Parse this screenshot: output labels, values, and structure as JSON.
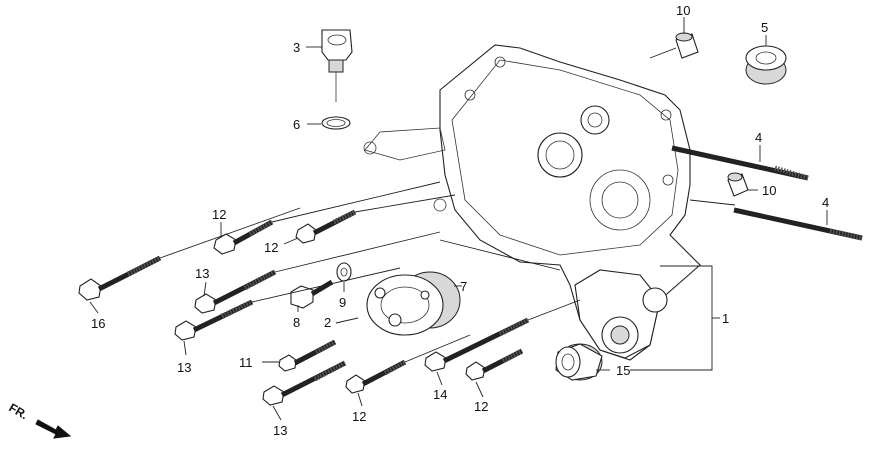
{
  "callouts": {
    "c1": "1",
    "c2": "2",
    "c3": "3",
    "c4a": "4",
    "c4b": "4",
    "c5": "5",
    "c6": "6",
    "c7": "7",
    "c8": "8",
    "c9": "9",
    "c10a": "10",
    "c10b": "10",
    "c11": "11",
    "c12a": "12",
    "c12b": "12",
    "c12c": "12",
    "c12d": "12",
    "c13a": "13",
    "c13b": "13",
    "c13c": "13",
    "c14": "14",
    "c15": "15",
    "c16": "16"
  },
  "front_indicator": {
    "label": "FR.",
    "icon": "arrow-down-right-icon"
  }
}
